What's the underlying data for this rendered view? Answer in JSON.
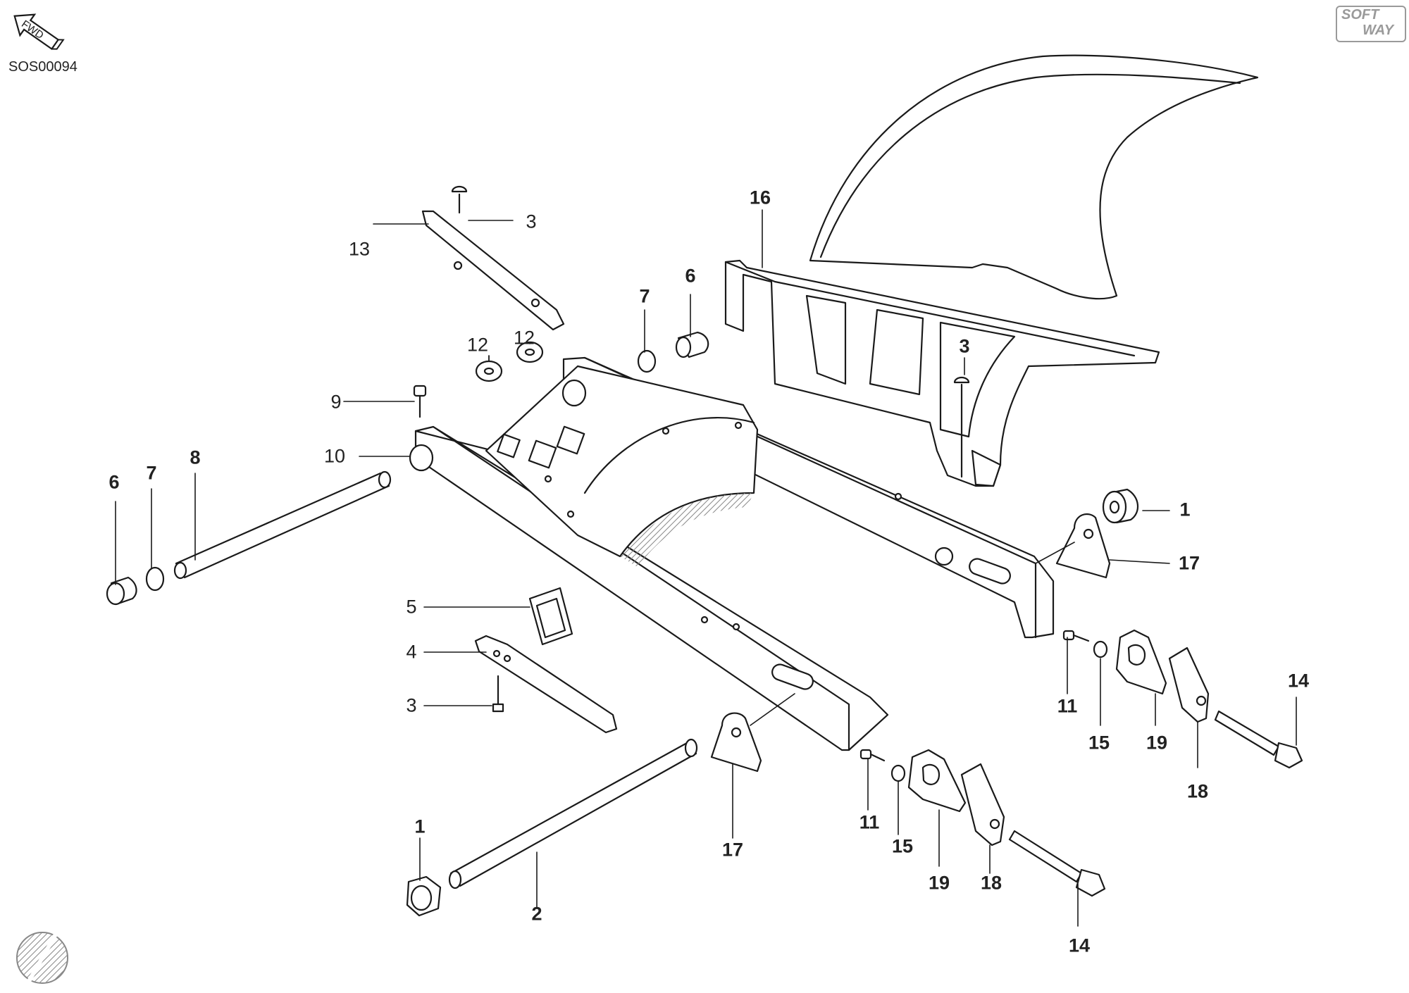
{
  "diagram": {
    "drawing_code": "SOS00094",
    "fwd_label": "FWD",
    "logo": {
      "line1": "SOFT",
      "line2": "WAY"
    },
    "callouts": [
      {
        "id": "c13",
        "label": "13",
        "bold": false
      },
      {
        "id": "c3a",
        "label": "3",
        "bold": false
      },
      {
        "id": "c16",
        "label": "16",
        "bold": true
      },
      {
        "id": "c6a",
        "label": "6",
        "bold": true
      },
      {
        "id": "c7a",
        "label": "7",
        "bold": true
      },
      {
        "id": "c12a",
        "label": "12",
        "bold": false
      },
      {
        "id": "c12b",
        "label": "12",
        "bold": false
      },
      {
        "id": "c3b",
        "label": "3",
        "bold": true
      },
      {
        "id": "c9",
        "label": "9",
        "bold": false
      },
      {
        "id": "c10",
        "label": "10",
        "bold": false
      },
      {
        "id": "c6b",
        "label": "6",
        "bold": true
      },
      {
        "id": "c7b",
        "label": "7",
        "bold": true
      },
      {
        "id": "c8",
        "label": "8",
        "bold": true
      },
      {
        "id": "c1a",
        "label": "1",
        "bold": true
      },
      {
        "id": "c17a",
        "label": "17",
        "bold": true
      },
      {
        "id": "c5",
        "label": "5",
        "bold": false
      },
      {
        "id": "c4",
        "label": "4",
        "bold": false
      },
      {
        "id": "c3c",
        "label": "3",
        "bold": false
      },
      {
        "id": "c11a",
        "label": "11",
        "bold": true
      },
      {
        "id": "c15a",
        "label": "15",
        "bold": true
      },
      {
        "id": "c19a",
        "label": "19",
        "bold": true
      },
      {
        "id": "c18a",
        "label": "18",
        "bold": true
      },
      {
        "id": "c14a",
        "label": "14",
        "bold": true
      },
      {
        "id": "c17b",
        "label": "17",
        "bold": true
      },
      {
        "id": "c1b",
        "label": "1",
        "bold": true
      },
      {
        "id": "c2",
        "label": "2",
        "bold": true
      },
      {
        "id": "c11b",
        "label": "11",
        "bold": true
      },
      {
        "id": "c15b",
        "label": "15",
        "bold": true
      },
      {
        "id": "c19b",
        "label": "19",
        "bold": true
      },
      {
        "id": "c18b",
        "label": "18",
        "bold": true
      },
      {
        "id": "c14b",
        "label": "14",
        "bold": true
      }
    ]
  },
  "colors": {
    "line": "#1a1a1a",
    "fill": "#ffffff",
    "logo": "#9a9a9a",
    "hatch": "#888888"
  }
}
